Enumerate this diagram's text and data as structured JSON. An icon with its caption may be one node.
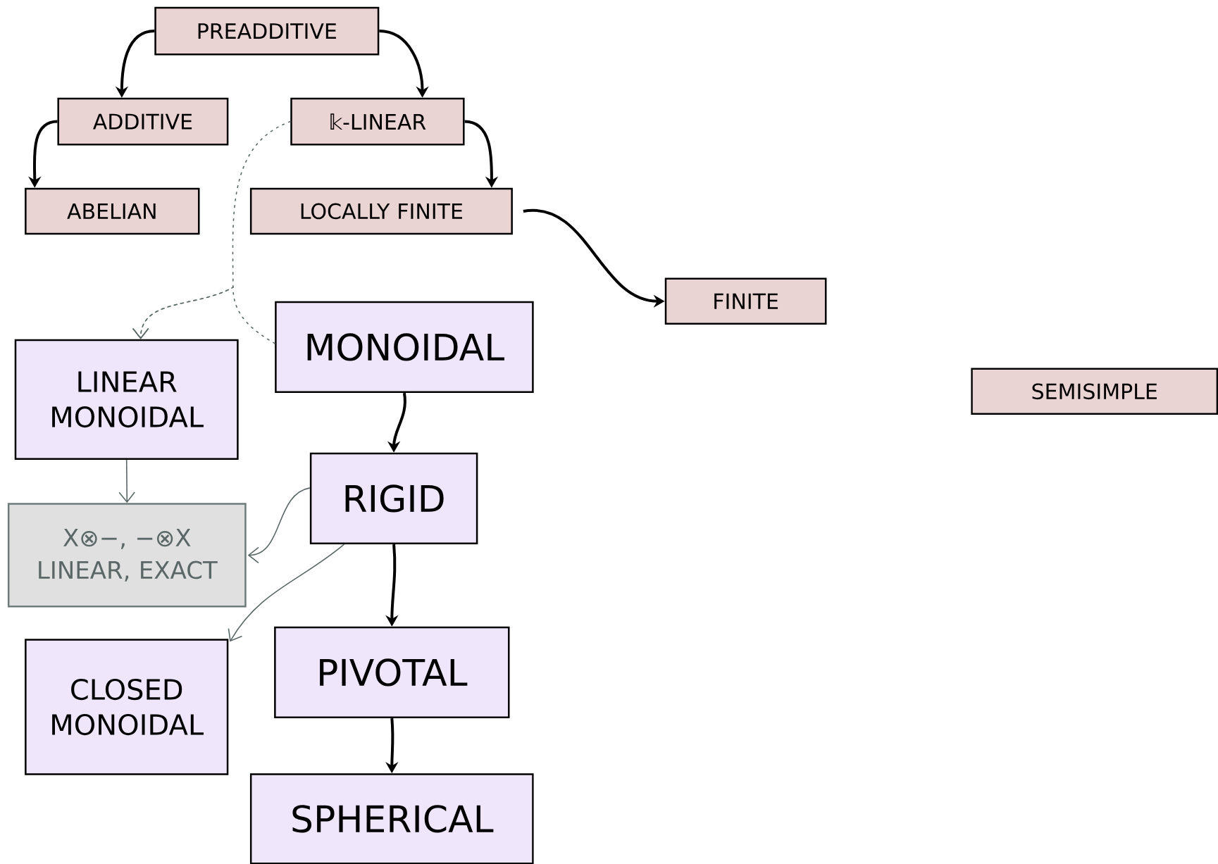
{
  "diagram": {
    "nodes": [
      {
        "text": [
          "PREADDITIVE"
        ]
      },
      {
        "text": [
          "ADDITIVE"
        ]
      },
      {
        "text": [
          "𝕜-LINEAR"
        ]
      },
      {
        "text": [
          "ABELIAN"
        ]
      },
      {
        "text": [
          "LOCALLY FINITE"
        ]
      },
      {
        "text": [
          "FINITE"
        ]
      },
      {
        "text": [
          "MONOIDAL"
        ]
      },
      {
        "text": [
          "SEMISIMPLE"
        ]
      },
      {
        "text": [
          "LINEAR MONOIDAL"
        ]
      },
      {
        "text": [
          "RIGID"
        ]
      },
      {
        "text": [
          "X⊗−, −⊗X LINEAR, EXACT"
        ]
      },
      {
        "text": [
          "CLOSED MONOIDAL"
        ]
      },
      {
        "text": [
          "PIVOTAL"
        ]
      },
      {
        "text": [
          "SPHERICAL"
        ]
      }
    ],
    "edges": [
      {
        "from": 0,
        "to": 1,
        "arrow": "to"
      },
      {
        "from": 0,
        "to": 2,
        "arrow": "to"
      },
      {
        "from": 1,
        "to": 3,
        "arrow": "to"
      },
      {
        "from": 2,
        "to": 4,
        "arrow": "to"
      },
      {
        "from": 4,
        "to": 5,
        "arrow": "to"
      },
      {
        "from": 6,
        "to": 9,
        "arrow": "to"
      },
      {
        "from": 9,
        "to": 12,
        "arrow": "to"
      },
      {
        "from": 12,
        "to": 13,
        "arrow": "to"
      },
      {
        "from": 2,
        "to": 8,
        "arrow": "to",
        "style": "dashed",
        "color": "#5b6767"
      },
      {
        "from": 6,
        "to": 8,
        "arrow": "to",
        "style": "dashed",
        "color": "#5b6767"
      },
      {
        "from": 8,
        "to": 10,
        "arrow": "to",
        "color": "#5b6767"
      },
      {
        "from": 9,
        "to": 10,
        "arrow": "to",
        "color": "#5b6767"
      },
      {
        "from": 9,
        "to": 11,
        "arrow": "to",
        "color": "#5b6767"
      }
    ]
  }
}
